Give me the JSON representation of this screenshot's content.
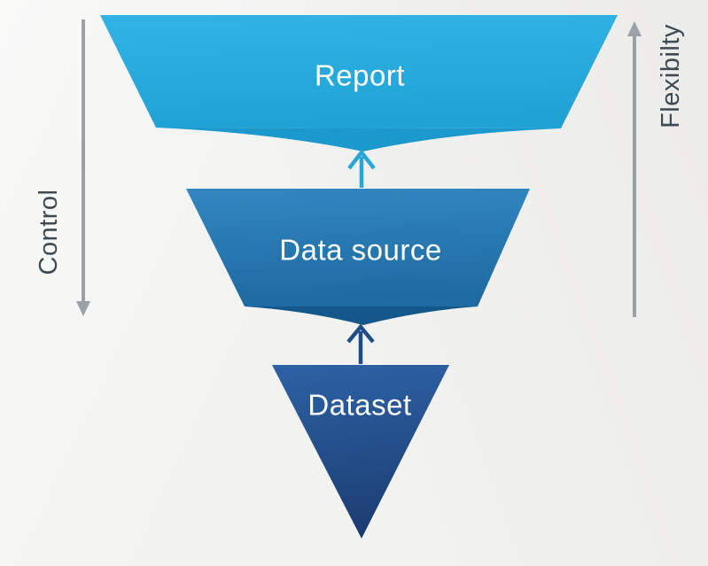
{
  "diagram": {
    "name": "funnel-control-flexibility",
    "layers": [
      {
        "id": "report",
        "label": "Report"
      },
      {
        "id": "data-source",
        "label": "Data source"
      },
      {
        "id": "dataset",
        "label": "Dataset"
      }
    ],
    "flow_arrows": [
      {
        "from": "data-source",
        "to": "report",
        "direction": "up"
      },
      {
        "from": "dataset",
        "to": "data-source",
        "direction": "up"
      }
    ],
    "axes": {
      "left": {
        "label": "Control",
        "arrow_direction": "down"
      },
      "right": {
        "label": "Flexibilty",
        "arrow_direction": "up"
      }
    },
    "colors": {
      "report_top": "#31b3e5",
      "report_bottom": "#20a2d5",
      "report_fold": "#1b98cc",
      "datasource_top": "#3287c0",
      "datasource_bottom": "#1e6aa2",
      "datasource_fold": "#14578b",
      "dataset_top": "#2d62a4",
      "dataset_bottom": "#1c3d72",
      "arrow_light": "#29a6d8",
      "arrow_dark": "#1e4d89",
      "measure_gray": "#9aa0a6",
      "side_label_text": "#3d4a54",
      "shape_label_text": "#ffffff",
      "background": "#f2f2f0"
    }
  }
}
